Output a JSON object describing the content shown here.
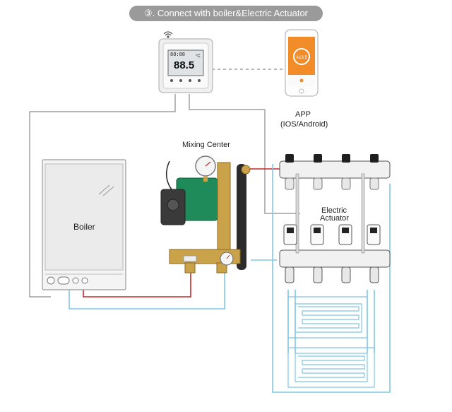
{
  "header": {
    "title": "③. Connect with boiler&Electric Actuator"
  },
  "thermostat": {
    "display_main": "88.5",
    "display_unit": "°C",
    "display_small": "88:88"
  },
  "phone": {
    "label": "APP",
    "platforms": "(IOS/Android)",
    "screen_value": "A13.5"
  },
  "boiler": {
    "label": "Boiler"
  },
  "mixing_center": {
    "label": "Mixing Center"
  },
  "manifold": {
    "label_line1": "Electric",
    "label_line2": "Actuator"
  },
  "colors": {
    "hot_pipe": "#c62828",
    "cold_pipe": "#7ec8e3",
    "wire": "#8a8a8a",
    "pump_green": "#1f8a5a",
    "brass": "#c9a24a",
    "phone_accent": "#f28c28"
  }
}
